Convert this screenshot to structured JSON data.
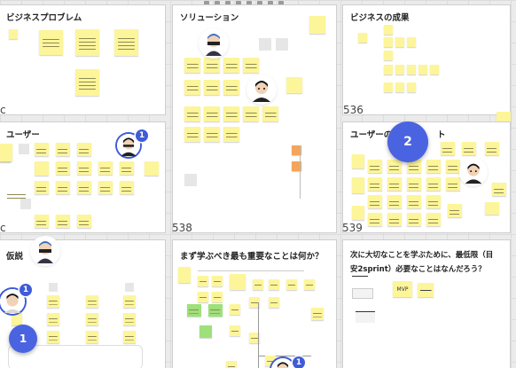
{
  "frames": {
    "business_problem": {
      "title": "ビジネスプロブレム",
      "corner": "c"
    },
    "solution": {
      "title": "ソリューション",
      "number": "538"
    },
    "business_result": {
      "title": "ビジネスの成果",
      "number": "536"
    },
    "user": {
      "title": "ユーザー",
      "corner": "c"
    },
    "user_moment": {
      "title": "ユーザーの",
      "title_tail": "ト",
      "number": "539"
    },
    "hypothesis": {
      "title": "仮説"
    },
    "most_important": {
      "title": "まず学ぶべき最も重要なことは何か？"
    },
    "minimum_needed": {
      "title_line1": "次に大切なことを学ぶために、最低限（目",
      "title_line2": "安2sprint）必要なことはなんだろう？",
      "mvp_label": "MVP"
    }
  },
  "badges": {
    "user_cursor": "1",
    "user_moment_cursor": "2",
    "hypothesis_avatar": "1",
    "hypothesis_cursor": "1",
    "bottom_avatar": "1"
  },
  "colors": {
    "accent": "#4a63e0",
    "sticky": "#fdf59a",
    "green": "#9ee07a",
    "orange": "#f4a55a",
    "flag": "#e53935"
  },
  "icons": [
    "user-avatar-icon",
    "red-flag-icon",
    "toolbar-icons"
  ]
}
